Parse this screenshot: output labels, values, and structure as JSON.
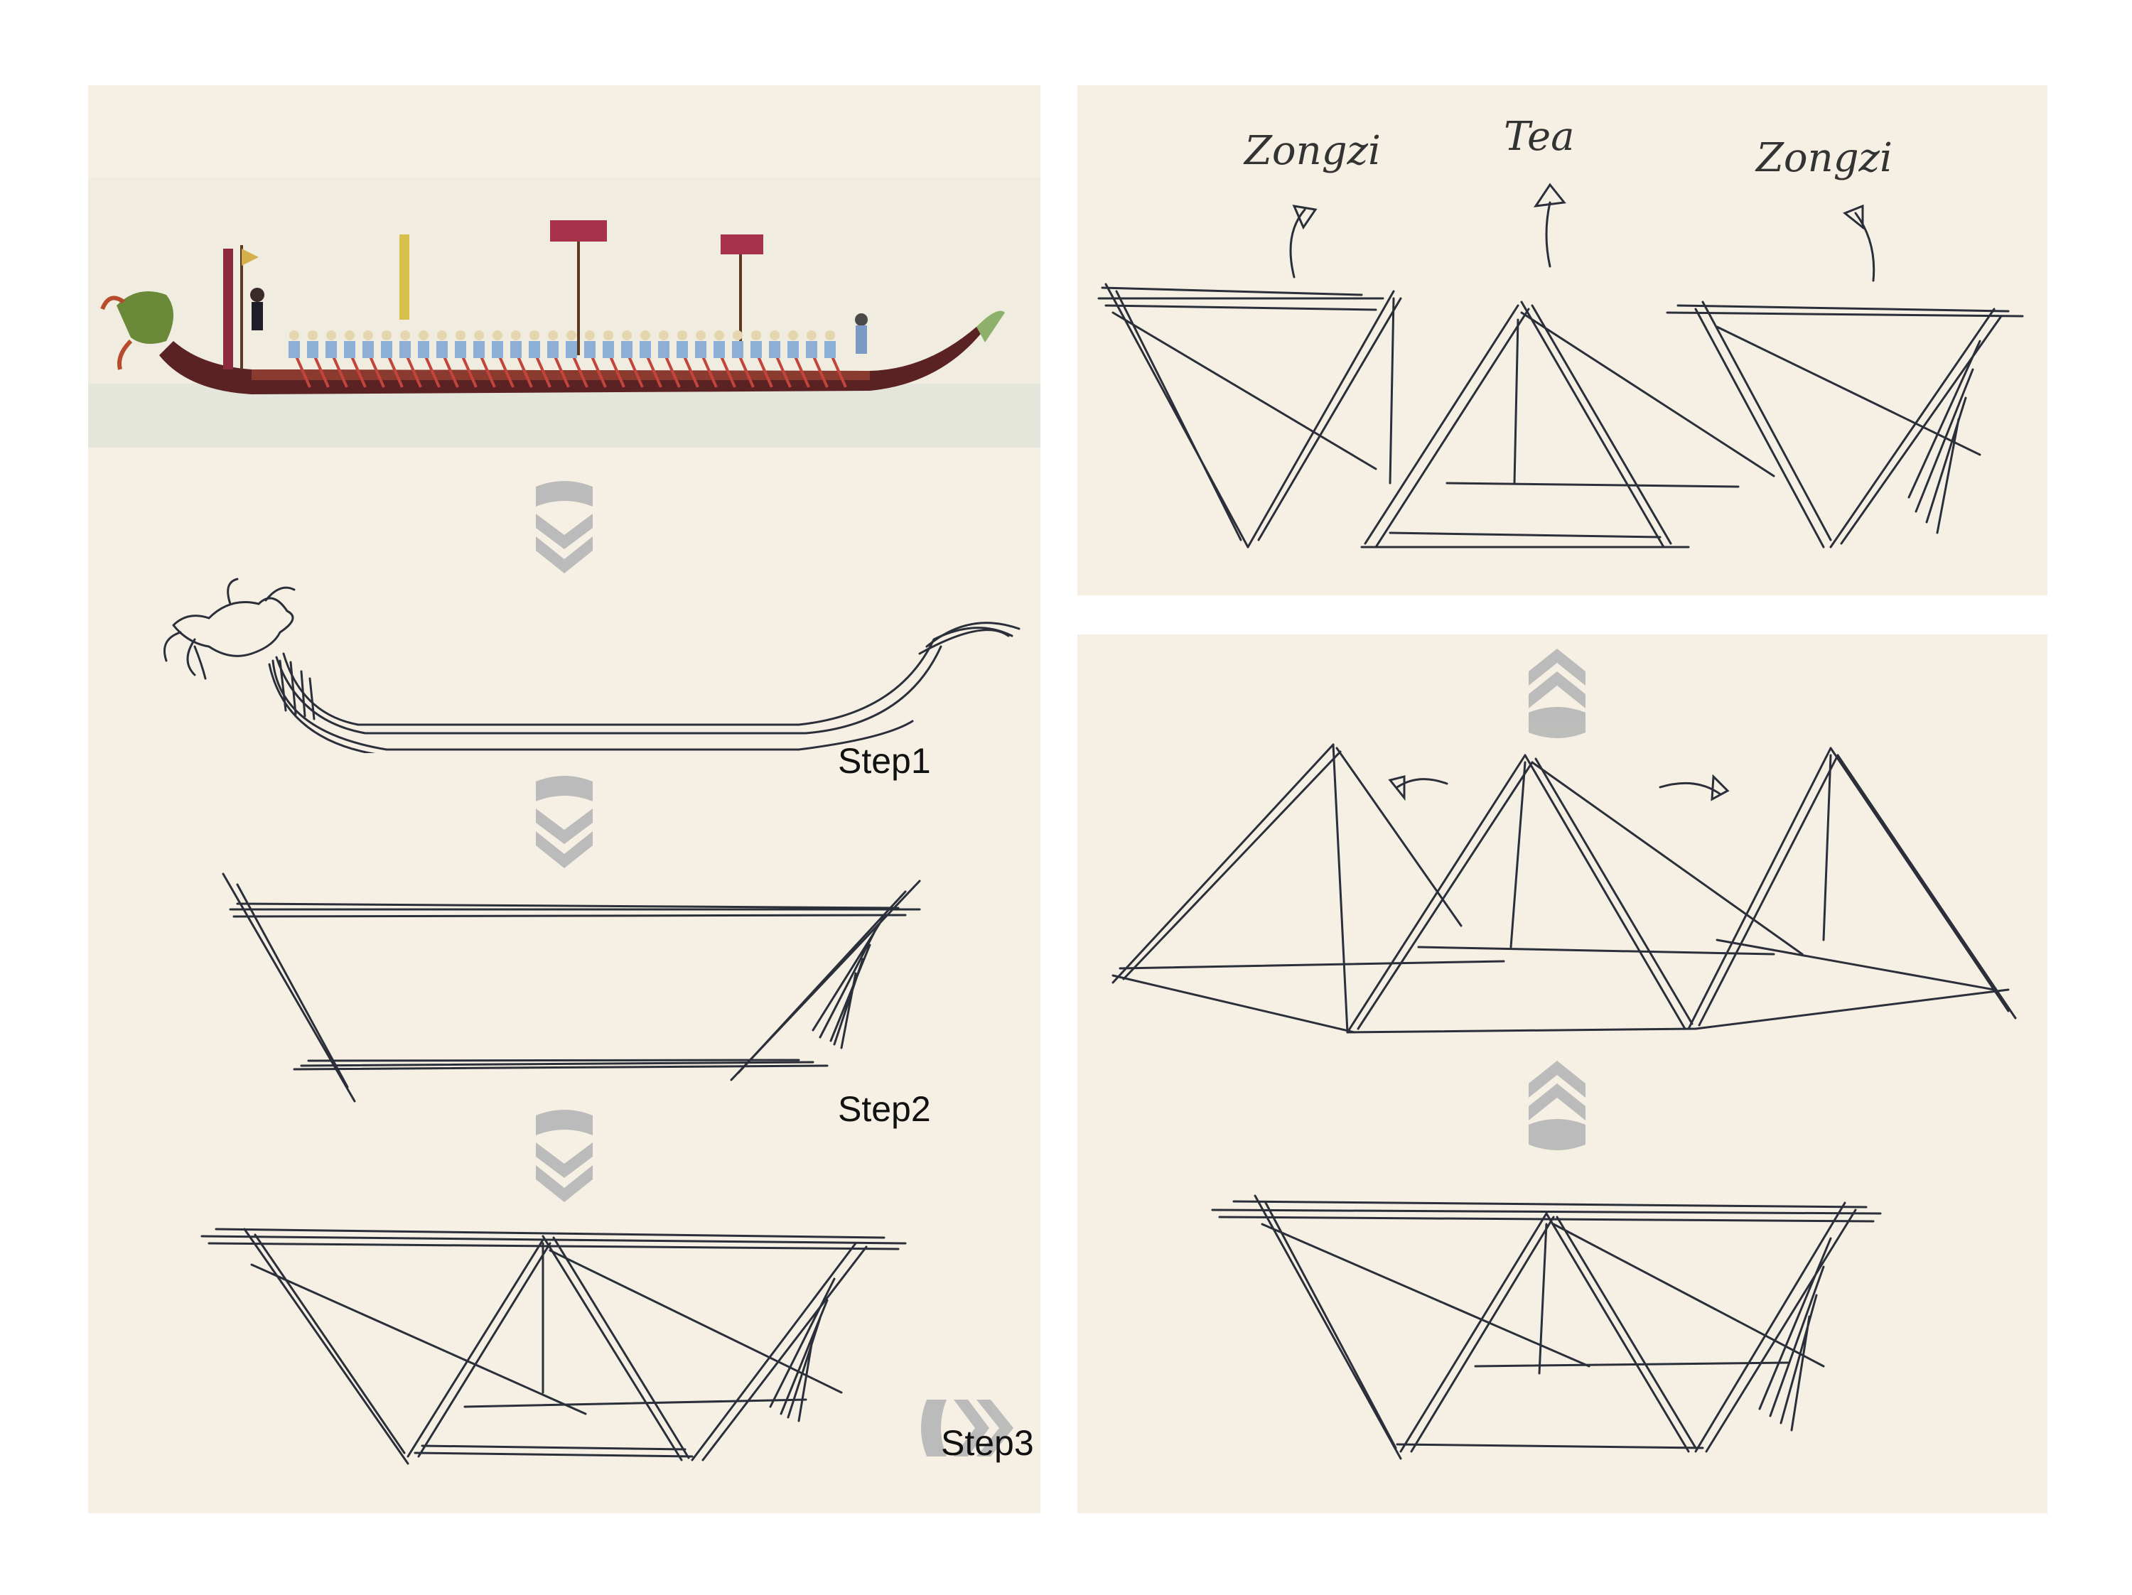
{
  "steps": {
    "step1": "Step1",
    "step2": "Step2",
    "step3": "Step3"
  },
  "labels": {
    "zongzi_left": "Zongzi",
    "tea": "Tea",
    "zongzi_right": "Zongzi"
  },
  "colors": {
    "panel_bg": "#f6f0e4",
    "ink": "#2a2f3a",
    "chevron": "#b9b9b9",
    "boat_hull": "#6b2a2a",
    "rower_blue": "#8fb0d6"
  },
  "icons": {
    "down_chevron": "triple-chevron-down-icon",
    "up_chevron": "triple-chevron-up-icon",
    "right_chevron": "triple-chevron-right-icon",
    "arrow": "curved-arrow-icon"
  }
}
